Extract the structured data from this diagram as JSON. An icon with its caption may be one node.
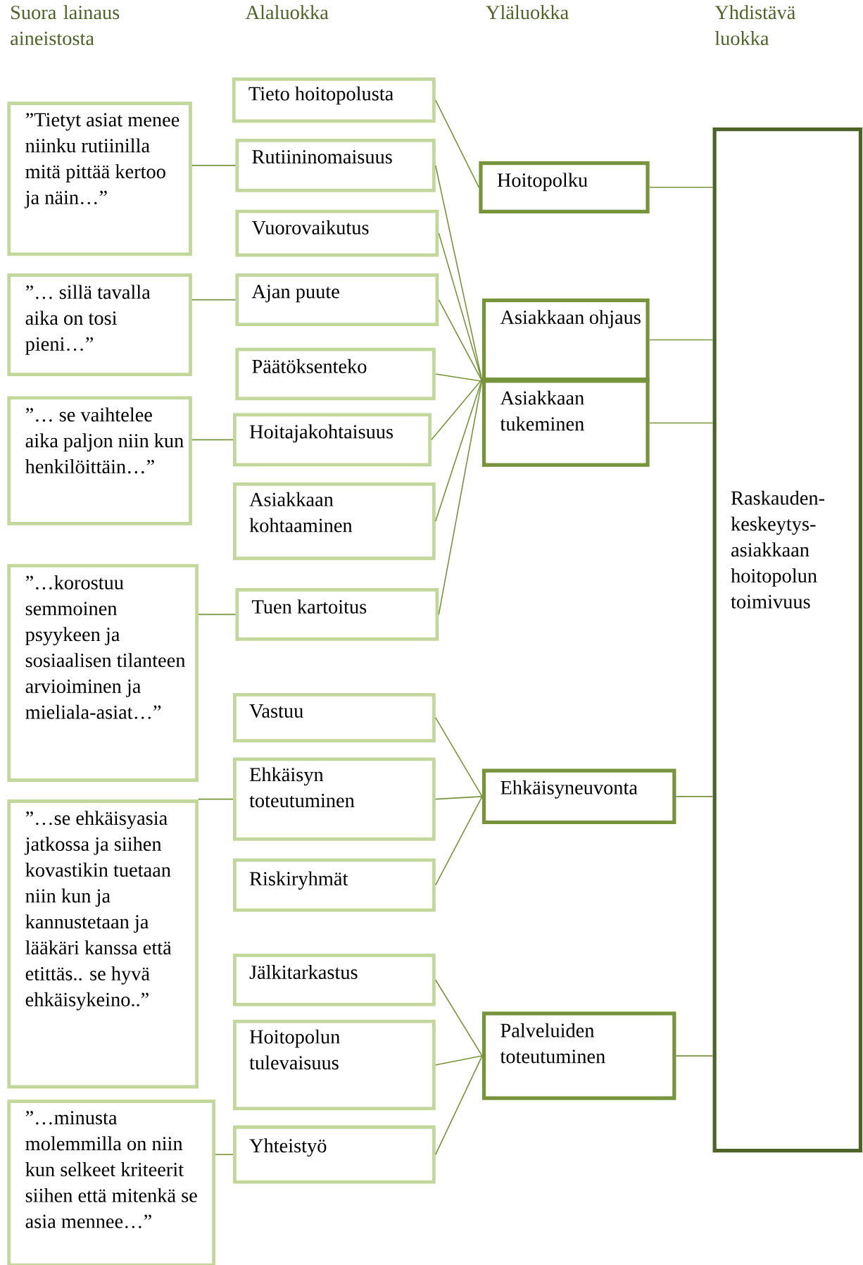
{
  "diagram": {
    "nodes": [
      {
        "text": [
          "”Tietyt asiat menee niinku rutiinilla mitä pittää kertoo ja näin…”"
        ]
      },
      {
        "text": [
          "”… sillä tavalla aika on tosi pieni…”"
        ]
      },
      {
        "text": [
          "”… se vaihtelee aika paljon niin kun henkilöittäin…”"
        ]
      },
      {
        "text": [
          "”…korostuu semmoinen psyykeen ja sosiaalisen tilanteen arvioiminen ja mieliala-asiat…”"
        ]
      },
      {
        "text": [
          "”…se ehkäisyasia jatkossa ja siihen kovastikin tuetaan niin kun ja kannustetaan ja lääkäri kanssa että etittäs.. se hyvä ehkäisykeino..”"
        ]
      },
      {
        "text": [
          "”…minusta molemmilla on niin kun selkeet kriteerit siihen että mitenkä se asia mennee…”"
        ]
      },
      {
        "text": [
          "Tieto hoitopolusta"
        ]
      },
      {
        "text": [
          "Rutiininomaisuus"
        ]
      },
      {
        "text": [
          "Vuorovaikutus"
        ]
      },
      {
        "text": [
          "Ajan puute"
        ]
      },
      {
        "text": [
          "Päätöksenteko"
        ]
      },
      {
        "text": [
          "Hoitajakohtaisuus"
        ]
      },
      {
        "text": [
          "Asiakkaan kohtaaminen"
        ]
      },
      {
        "text": [
          "Tuen kartoitus"
        ]
      },
      {
        "text": [
          "Vastuu"
        ]
      },
      {
        "text": [
          "Ehkäisyn toteutuminen"
        ]
      },
      {
        "text": [
          "Riskiryhmät"
        ]
      },
      {
        "text": [
          "Jälkitarkastus"
        ]
      },
      {
        "text": [
          "Hoitopolun tulevaisuus"
        ]
      },
      {
        "text": [
          "Yhteistyö"
        ]
      },
      {
        "text": [
          "Hoitopolku"
        ]
      },
      {
        "text": [
          "Asiakkaan ohjaus"
        ]
      },
      {
        "text": [
          "Asiakkaan tukeminen"
        ]
      },
      {
        "text": [
          "Ehkäisyneuvonta"
        ]
      },
      {
        "text": [
          "Palveluiden toteutuminen"
        ]
      },
      {
        "text": [
          "Raskauden-keskeytys-asiakkaan hoitopolun toimivuus"
        ]
      }
    ],
    "edges": [
      {
        "from": 0,
        "to": 7,
        "arrow": "none"
      },
      {
        "from": 1,
        "to": 9,
        "arrow": "none"
      },
      {
        "from": 2,
        "to": 11,
        "arrow": "none"
      },
      {
        "from": 3,
        "to": 13,
        "arrow": "none"
      },
      {
        "from": 4,
        "to": 15,
        "arrow": "none"
      },
      {
        "from": 5,
        "to": 19,
        "arrow": "none"
      },
      {
        "from": 6,
        "to": 20,
        "arrow": "none"
      },
      {
        "from": 7,
        "to": 21,
        "arrow": "none"
      },
      {
        "from": 8,
        "to": 21,
        "arrow": "none"
      },
      {
        "from": 9,
        "to": 21,
        "arrow": "none"
      },
      {
        "from": 10,
        "to": 21,
        "arrow": "none"
      },
      {
        "from": 11,
        "to": 22,
        "arrow": "none"
      },
      {
        "from": 12,
        "to": 22,
        "arrow": "none"
      },
      {
        "from": 13,
        "to": 22,
        "arrow": "none"
      },
      {
        "from": 14,
        "to": 23,
        "arrow": "none"
      },
      {
        "from": 15,
        "to": 23,
        "arrow": "none"
      },
      {
        "from": 16,
        "to": 23,
        "arrow": "none"
      },
      {
        "from": 17,
        "to": 24,
        "arrow": "none"
      },
      {
        "from": 18,
        "to": 24,
        "arrow": "none"
      },
      {
        "from": 19,
        "to": 24,
        "arrow": "none"
      },
      {
        "from": 20,
        "to": 25,
        "arrow": "none"
      },
      {
        "from": 21,
        "to": 25,
        "arrow": "none"
      },
      {
        "from": 22,
        "to": 25,
        "arrow": "none"
      },
      {
        "from": 23,
        "to": 25,
        "arrow": "none"
      },
      {
        "from": 24,
        "to": 25,
        "arrow": "none"
      }
    ],
    "labels": [
      "Suora lainaus aineistosta",
      "Alaluokka",
      "Yläluokka",
      "Yhdistävä luokka"
    ]
  }
}
